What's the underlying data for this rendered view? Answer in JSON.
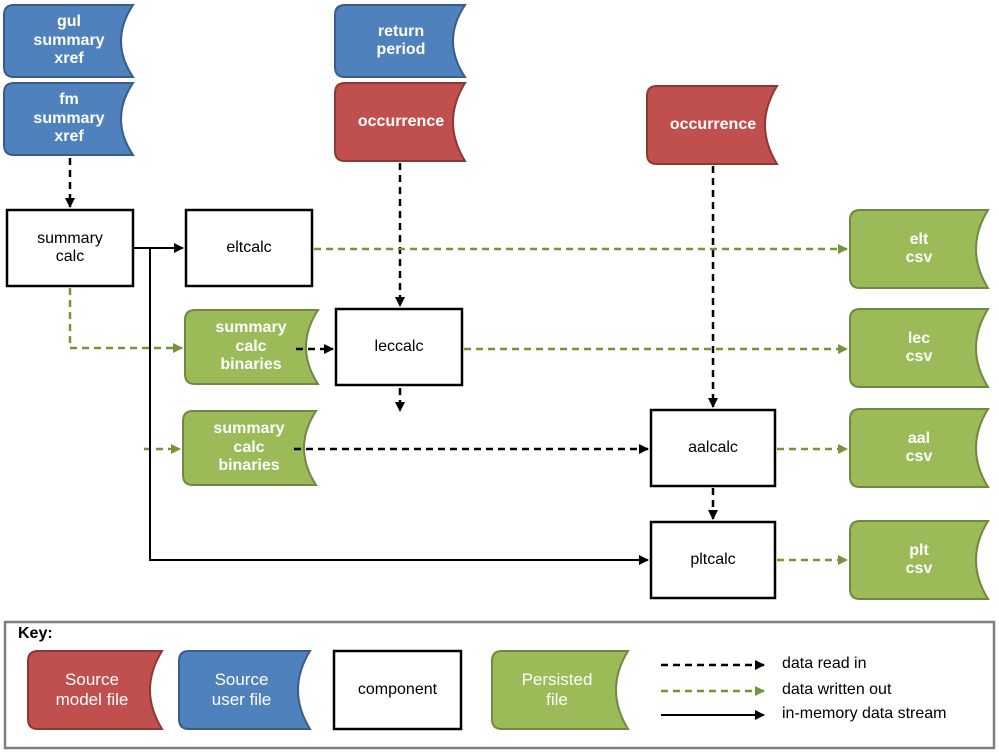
{
  "colors": {
    "source_model": "#C0504D",
    "source_user": "#4F81BD",
    "persisted": "#9BBB59",
    "source_model_border": "#8C3836",
    "source_user_border": "#385D8A",
    "persisted_border": "#71893F",
    "data_read_line": "#000000",
    "data_written_line": "#77933C",
    "key_border": "#7F7F7F"
  },
  "files": {
    "gul_summary_xref": "gul\nsummary\nxref",
    "fm_summary_xref": "fm\nsummary\nxref",
    "return_period": "return\nperiod",
    "occurrence_1": "occurrence",
    "occurrence_2": "occurrence",
    "summary_calc_binaries_1": "summary\ncalc\nbinaries",
    "summary_calc_binaries_2": "summary\ncalc\nbinaries",
    "elt_csv": "elt\ncsv",
    "lec_csv": "lec\ncsv",
    "aal_csv": "aal\ncsv",
    "plt_csv": "plt\ncsv"
  },
  "components": {
    "summarycalc": "summary\ncalc",
    "eltcalc": "eltcalc",
    "leccalc": "leccalc",
    "aalcalc": "aalcalc",
    "pltcalc": "pltcalc"
  },
  "key": {
    "title": "Key:",
    "source_model_file": "Source\nmodel file",
    "source_user_file": "Source\nuser file",
    "component": "component",
    "persisted_file": "Persisted\nfile",
    "data_read_in": "data read in",
    "data_written_out": "data written out",
    "in_memory_stream": "in-memory data stream"
  }
}
